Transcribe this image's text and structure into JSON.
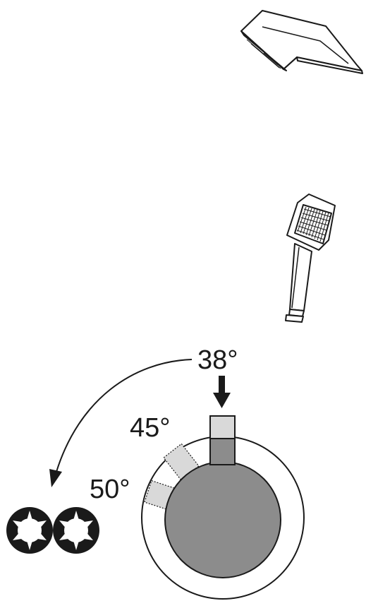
{
  "labels": {
    "angle_38": "38°",
    "angle_45": "45°",
    "angle_50": "50°"
  },
  "icons": {
    "overhead_shower": "rain-shower-head-icon",
    "hand_shower": "hand-shower-icon",
    "thermostat_knob": "thermostatic-knob-icon",
    "hot_water_symbol": "sun-icon"
  },
  "colors": {
    "stroke": "#1a1a1a",
    "knob_fill": "#8c8c8c",
    "handle_light": "#d9d9d9"
  }
}
